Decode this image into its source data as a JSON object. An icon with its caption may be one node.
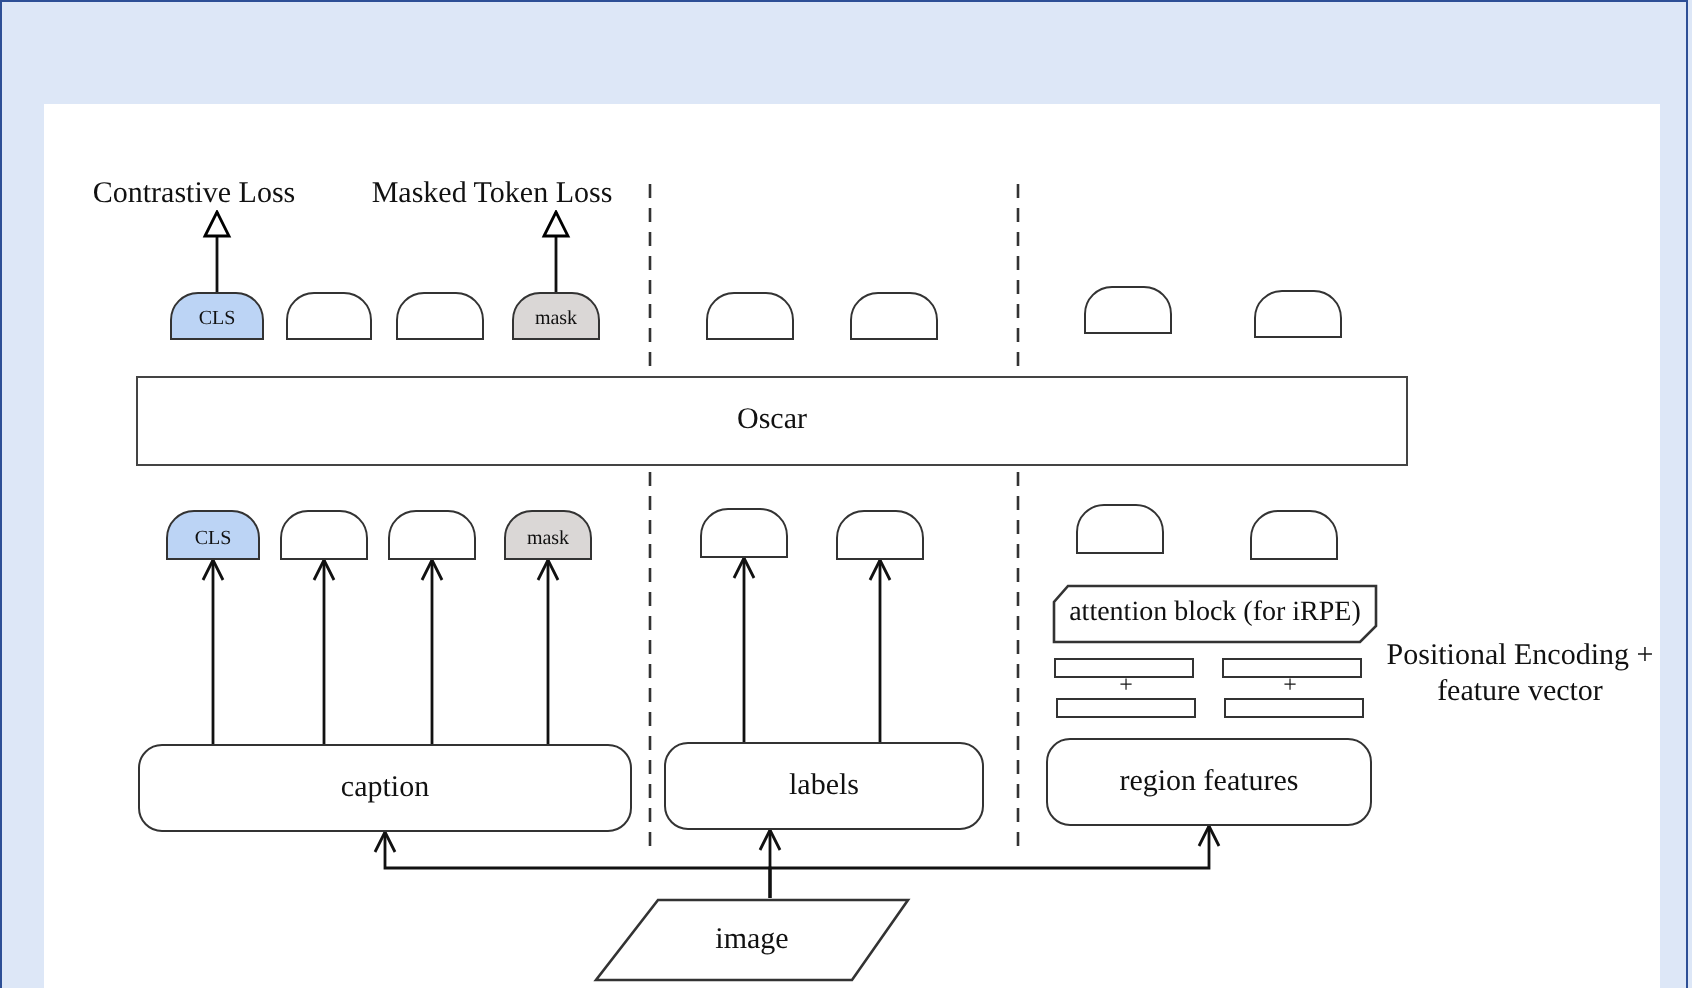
{
  "diagram": {
    "nodes": [
      {
        "text": [
          "Contrastive Loss"
        ]
      },
      {
        "text": [
          "Masked Token Loss"
        ]
      },
      {
        "text": [
          "CLS"
        ]
      },
      {
        "text": [],
        "shape": "box"
      },
      {
        "text": [],
        "shape": "box"
      },
      {
        "text": [
          "mask"
        ]
      },
      {
        "text": [],
        "shape": "box"
      },
      {
        "text": [],
        "shape": "box"
      },
      {
        "text": [],
        "shape": "box"
      },
      {
        "text": [],
        "shape": "box"
      },
      {
        "text": [
          "Oscar"
        ]
      },
      {
        "text": [
          "CLS"
        ]
      },
      {
        "text": [],
        "shape": "box"
      },
      {
        "text": [],
        "shape": "box"
      },
      {
        "text": [
          "mask"
        ]
      },
      {
        "text": [],
        "shape": "box"
      },
      {
        "text": [],
        "shape": "box"
      },
      {
        "text": [],
        "shape": "box"
      },
      {
        "text": [],
        "shape": "box"
      },
      {
        "text": [
          "attention block (for iRPE)"
        ]
      },
      {
        "text": [],
        "shape": "bar"
      },
      {
        "text": [],
        "shape": "bar"
      },
      {
        "text": [],
        "shape": "bar"
      },
      {
        "text": [],
        "shape": "bar"
      },
      {
        "text": [
          "caption"
        ]
      },
      {
        "text": [
          "labels"
        ]
      },
      {
        "text": [
          "region features"
        ]
      },
      {
        "text": [
          "image"
        ]
      }
    ],
    "edges": [
      {
        "from": 2,
        "to": 0,
        "arrow": "to"
      },
      {
        "from": 5,
        "to": 1,
        "arrow": "to"
      },
      {
        "from": 24,
        "to": 11,
        "arrow": "to"
      },
      {
        "from": 24,
        "to": 12,
        "arrow": "to"
      },
      {
        "from": 24,
        "to": 13,
        "arrow": "to"
      },
      {
        "from": 24,
        "to": 14,
        "arrow": "to"
      },
      {
        "from": 25,
        "to": 15,
        "arrow": "to"
      },
      {
        "from": 25,
        "to": 16,
        "arrow": "to"
      },
      {
        "from": 27,
        "to": 24,
        "arrow": "to"
      },
      {
        "from": 27,
        "to": 25,
        "arrow": "to"
      },
      {
        "from": 27,
        "to": 26,
        "arrow": "to"
      }
    ],
    "labels": [
      "+",
      "+",
      "Positional Encoding + feature vector"
    ]
  }
}
